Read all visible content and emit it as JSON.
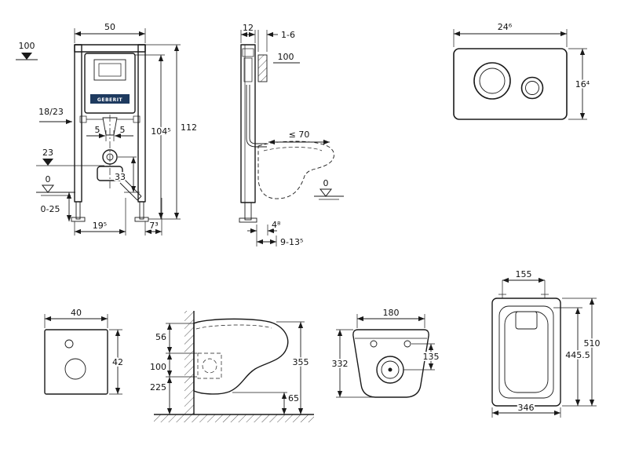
{
  "brand": "GEBERIT",
  "colors": {
    "line": "#1a1a1a",
    "brand_band": "#1e3a5f"
  },
  "frame_front": {
    "width": "50",
    "level_top": "100",
    "height_total": "112",
    "height_partial": "104⁵",
    "bracket_range": "18/23",
    "offset_left": "5",
    "offset_right": "5",
    "level_outlet": "23",
    "level_floor": "0",
    "foot_adjust": "0-25",
    "outlet_height": "33",
    "bottom_width": "19⁵",
    "bottom_offset": "7³"
  },
  "frame_side": {
    "depth": "12",
    "finish_thickness": "1-6",
    "level_pipe": "100",
    "max_depth": "≤ 70",
    "level_floor": "0",
    "dim_small": "4⁸",
    "dim_range": "9-13⁵"
  },
  "flush_plate": {
    "width": "24⁶",
    "height": "16⁴"
  },
  "insulation_pad": {
    "width": "40",
    "height": "42"
  },
  "wc_side": {
    "dim_top": "56",
    "dim_mid": "100",
    "dim_low": "225",
    "height": "355",
    "dim_bottom": "65"
  },
  "wc_front": {
    "hole_spacing": "180",
    "drain_offset": "135",
    "height": "332"
  },
  "wc_top": {
    "hole_spacing": "155",
    "depth": "510",
    "inner_depth": "445.5",
    "width": "346"
  }
}
